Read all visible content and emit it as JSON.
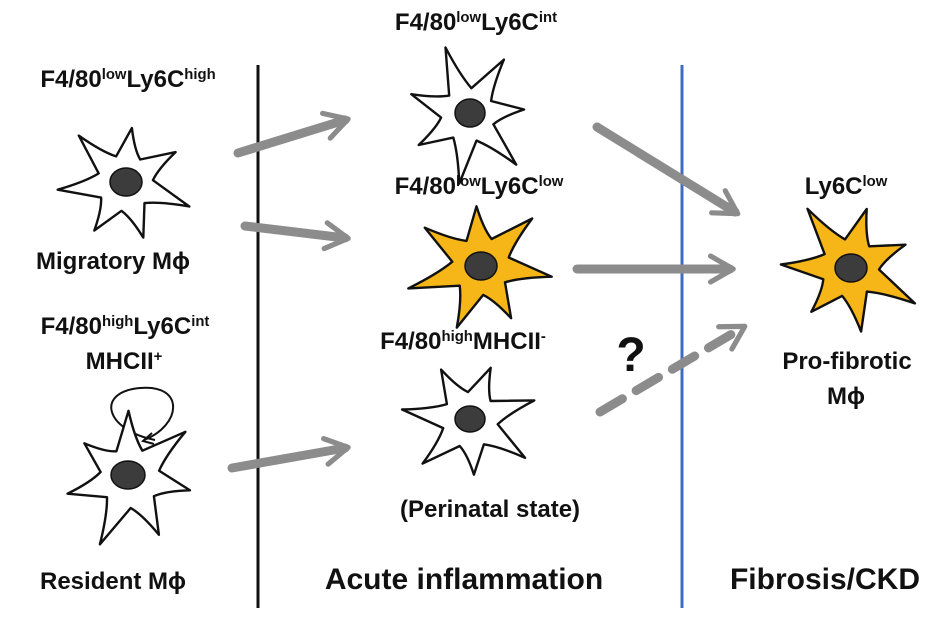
{
  "colors": {
    "cell_plain": "#ffffff",
    "cell_highlight": "#f7b617",
    "arrow": "#8c8c8c",
    "divider_left": "#111111",
    "divider_right": "#3f6cbf"
  },
  "cells": {
    "migratory": {
      "marker": {
        "base": "F4/80",
        "s1": "low",
        "mid": "Ly6C",
        "s2": "high"
      },
      "name": "Migratory Mϕ"
    },
    "resident": {
      "marker": {
        "base": "F4/80",
        "s1": "high",
        "mid": "Ly6C",
        "s2": "int"
      },
      "marker2": {
        "base": "MHCII",
        "s1": "+"
      },
      "name": "Resident Mϕ"
    },
    "acute_int": {
      "marker": {
        "base": "F4/80",
        "s1": "low",
        "mid": "Ly6C",
        "s2": "int"
      }
    },
    "acute_low": {
      "marker": {
        "base": "F4/80",
        "s1": "low",
        "mid": "Ly6C",
        "s2": "low"
      }
    },
    "perinatal": {
      "marker": {
        "base": "F4/80",
        "s1": "high",
        "mid": "MHCII",
        "s2": "-"
      },
      "name": "(Perinatal state)"
    },
    "profibrotic": {
      "marker": {
        "mid": "Ly6C",
        "s2": "low"
      },
      "name_line1": "Pro-fibrotic",
      "name_line2": "Mϕ"
    }
  },
  "question_mark": "?",
  "sections": {
    "acute": "Acute inflammation",
    "fibrosis": "Fibrosis/CKD"
  }
}
